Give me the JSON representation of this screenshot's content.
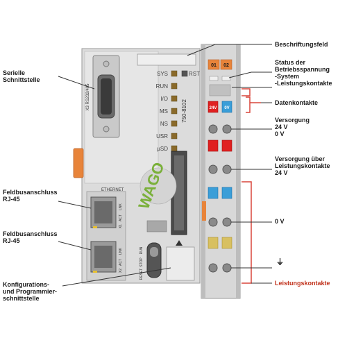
{
  "left_labels": [
    {
      "id": "seriell",
      "lines": [
        "Serielle",
        "Schnittstelle"
      ]
    },
    {
      "id": "rj45_1",
      "lines": [
        "Feldbusanschluss",
        "RJ-45"
      ]
    },
    {
      "id": "rj45_2",
      "lines": [
        "Feldbusanschluss",
        "RJ-45"
      ]
    },
    {
      "id": "konfig",
      "lines": [
        "Konfigurations-",
        "und Programmier-",
        "schnittstelle"
      ]
    }
  ],
  "right_labels": [
    {
      "id": "beschriftung",
      "lines": [
        "Beschriftungsfeld"
      ]
    },
    {
      "id": "status",
      "lines": [
        "Status der",
        "Betriebsspannung",
        "-System",
        "-Leistungskontakte"
      ]
    },
    {
      "id": "datenkontakte",
      "lines": [
        "Datenkontakte"
      ]
    },
    {
      "id": "versorgung",
      "lines": [
        "Versorgung",
        "24 V",
        "0 V"
      ]
    },
    {
      "id": "versorgung_lk",
      "lines": [
        "Versorgung über",
        "Leistungskontakte",
        "24 V"
      ]
    },
    {
      "id": "null_v",
      "lines": [
        "0 V"
      ]
    },
    {
      "id": "ground",
      "lines": [
        "⏚"
      ]
    },
    {
      "id": "leistungskontakte",
      "lines": [
        "Leistungskontakte"
      ]
    }
  ],
  "device": {
    "model": "750-8102",
    "brand": "WAGO",
    "sub_d_label": "X3 RS232/485",
    "ethernet_label": "ETHERNET",
    "port1_labels": [
      "LNK",
      "ACT",
      "X1"
    ],
    "port2_labels": [
      "LNK",
      "ACT",
      "X2"
    ],
    "switch_labels": [
      "RESET",
      "STOP",
      "RUN"
    ],
    "rst_label": "RST",
    "terminal_labels": [
      "01",
      "02"
    ],
    "leds": [
      "SYS",
      "RUN",
      "I/O",
      "MS",
      "NS",
      "USR",
      "µSD"
    ],
    "power_labels": [
      "24V",
      "0V"
    ]
  },
  "colors": {
    "leader": "#333333",
    "bracket": "#d8453a",
    "housing": "#dcdcdc",
    "orange": "#e8843a",
    "red": "#e02020",
    "blue": "#3a9ed8",
    "yellow": "#d8c060"
  }
}
